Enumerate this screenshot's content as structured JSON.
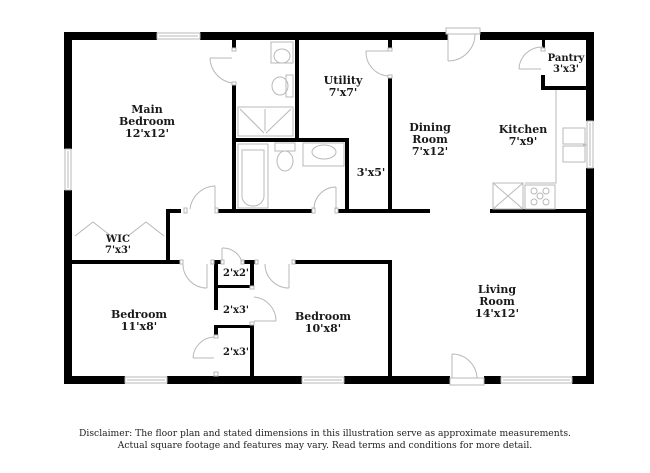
{
  "colors": {
    "wall": "#000000",
    "fixture": "#b8b8b8",
    "background": "#ffffff",
    "text": "#1a1a1a"
  },
  "rooms": {
    "main_bedroom": {
      "name_line1": "Main",
      "name_line2": "Bedroom",
      "dims": "12'x12'"
    },
    "wic": {
      "name": "WIC",
      "dims": "7'x3'"
    },
    "utility": {
      "name": "Utility",
      "dims": "7'x7'"
    },
    "hall_closet": {
      "dims": "3'x5'"
    },
    "dining_room": {
      "name_line1": "Dining",
      "name_line2": "Room",
      "dims": "7'x12'"
    },
    "kitchen": {
      "name": "Kitchen",
      "dims": "7'x9'"
    },
    "pantry": {
      "name": "Pantry",
      "dims": "3'x3'"
    },
    "bedroom_1": {
      "name": "Bedroom",
      "dims": "11'x8'"
    },
    "closet_a": {
      "dims": "2'x2'"
    },
    "closet_b": {
      "dims": "2'x3'"
    },
    "closet_c": {
      "dims": "2'x3'"
    },
    "bedroom_2": {
      "name": "Bedroom",
      "dims": "10'x8'"
    },
    "living_room": {
      "name_line1": "Living",
      "name_line2": "Room",
      "dims": "14'x12'"
    }
  },
  "disclaimer": {
    "line1": "Disclaimer: The floor plan and stated dimensions in this illustration serve as approximate measurements.",
    "line2": "Actual square footage and features may vary. Read terms and conditions for more detail."
  }
}
